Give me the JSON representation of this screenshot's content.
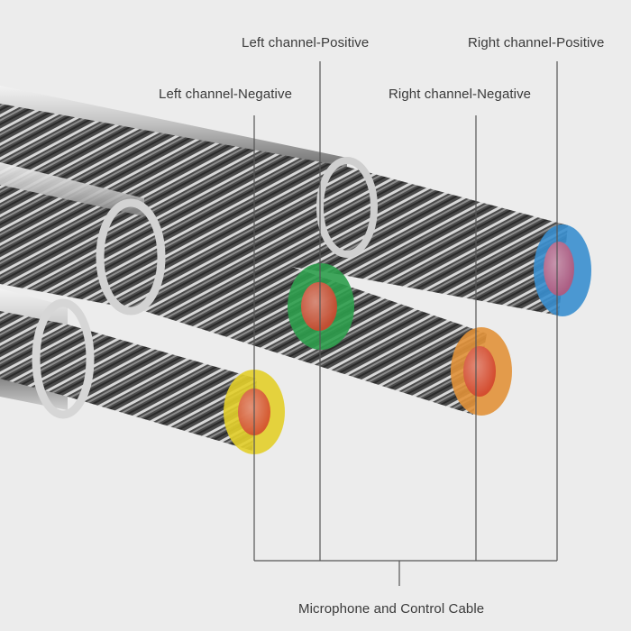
{
  "labels": {
    "left_positive": "Left channel-Positive",
    "right_positive": "Right channel-Positive",
    "left_negative": "Left channel-Negative",
    "right_negative": "Right channel-Negative",
    "mic_control": "Microphone and Control Cable"
  },
  "wire_colors": {
    "left_positive": "#2e9e4c",
    "right_positive": "#3a8fcf",
    "right_negative": "#e2923a",
    "mic_control": "#e3cf2a",
    "core_red": "#d2452e",
    "core_pink": "#b05a7e"
  },
  "background": "#ececec"
}
